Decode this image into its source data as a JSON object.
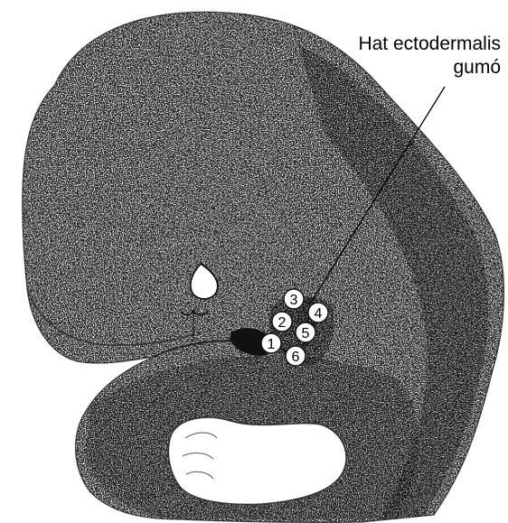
{
  "label": {
    "line1": "Hat ectodermalis",
    "line2": "gumó"
  },
  "hillocks": [
    "1",
    "2",
    "3",
    "4",
    "5",
    "6"
  ]
}
